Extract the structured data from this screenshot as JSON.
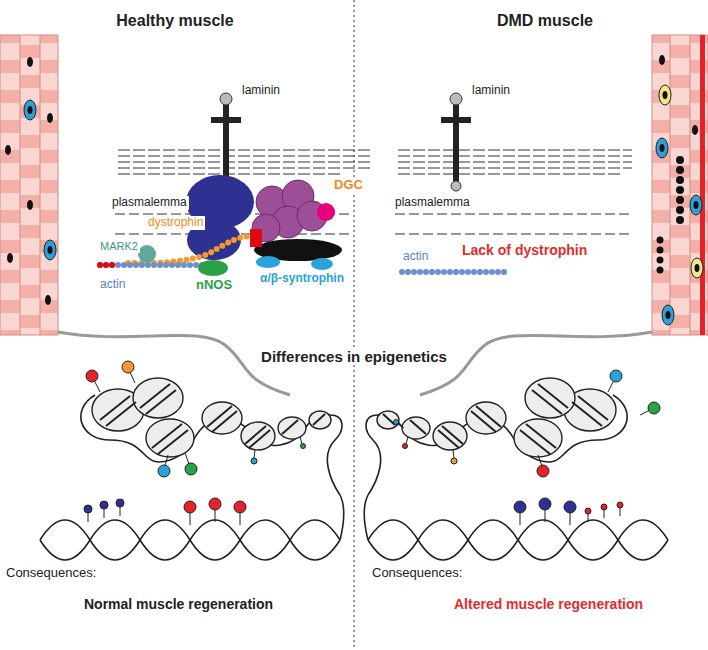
{
  "diagram": {
    "labels": [
      "Healthy muscle",
      "DMD muscle",
      "laminin",
      "plasmalemma",
      "DGC",
      "dystrophin",
      "MARK2",
      "α/β-syntrophin",
      "actin",
      "nNOS",
      "laminin",
      "plasmalemma",
      "Lack of dystrophin",
      "actin",
      "Differences in epigenetics",
      "Consequences:",
      "Normal muscle regeneration",
      "Consequences:",
      "Altered muscle regeneration"
    ]
  }
}
